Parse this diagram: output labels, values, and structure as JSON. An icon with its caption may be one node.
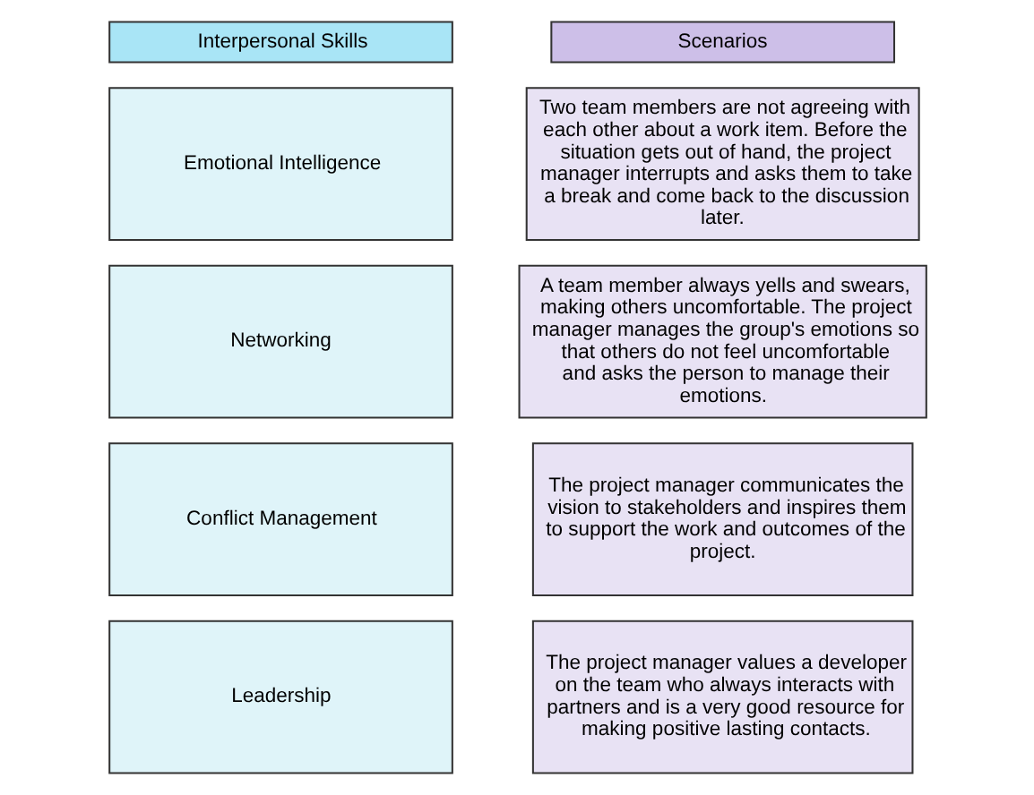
{
  "diagram": {
    "nodes": [
      {
        "text": [
          "Interpersonal Skills"
        ]
      },
      {
        "text": [
          "Scenarios"
        ]
      },
      {
        "text": [
          "Emotional Intelligence"
        ]
      },
      {
        "text": [
          "Two team members are not agreeing with each other about a work item. Before the situation gets out of hand, the project manager interrupts and asks them to take a break and come back to the discussion later."
        ]
      },
      {
        "text": [
          "Networking"
        ]
      },
      {
        "text": [
          "A team member always yells and swears, making others uncomfortable. The project manager manages the group's emotions so that others do not feel uncomfortable and asks the person to manage their emotions."
        ]
      },
      {
        "text": [
          "Conflict Management"
        ]
      },
      {
        "text": [
          "The project manager communicates the vision to stakeholders and inspires them to support the work and outcomes of the project."
        ]
      },
      {
        "text": [
          "Leadership"
        ]
      },
      {
        "text": [
          "The project manager values a developer on the team who always interacts with partners and is a very good resource for making positive lasting contacts."
        ]
      }
    ],
    "edges": []
  }
}
